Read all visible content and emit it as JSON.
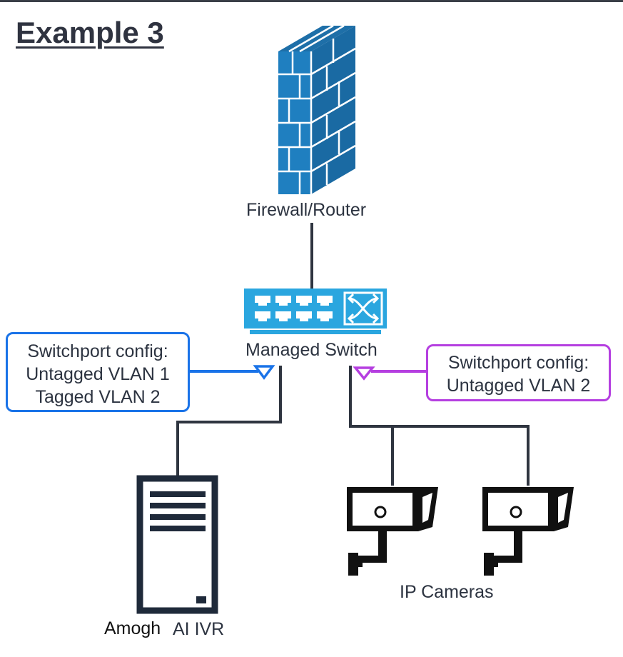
{
  "title": "Example 3",
  "nodes": {
    "firewall": {
      "label": "Firewall/Router",
      "icon": "firewall-brick-wall-icon"
    },
    "switch": {
      "label": "Managed Switch",
      "icon": "network-switch-icon"
    },
    "server": {
      "label_part1": "Amogh",
      "label_part2": "AI IVR",
      "icon": "server-tower-icon"
    },
    "cameras": {
      "label": "IP Cameras",
      "icon": "security-camera-icon"
    }
  },
  "callouts": [
    {
      "id": "server-port",
      "lines": [
        "Switchport config:",
        "Untagged VLAN 1",
        "Tagged VLAN 2"
      ],
      "color": "#1a73e8"
    },
    {
      "id": "camera-port",
      "lines": [
        "Switchport config:",
        "Untagged VLAN 2"
      ],
      "color": "#b53fe0"
    }
  ],
  "colors": {
    "firewall": "#1f7fc0",
    "switch": "#2aa6df",
    "line": "#2f3540",
    "blue": "#1a73e8",
    "purple": "#b53fe0",
    "text": "#2c3340"
  }
}
